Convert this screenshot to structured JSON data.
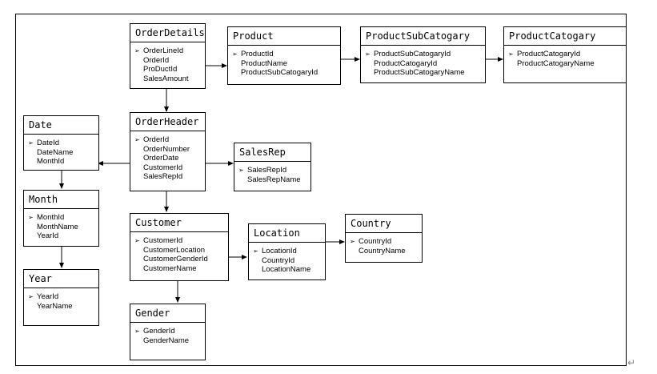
{
  "entities": {
    "orderdetails": {
      "name": "OrderDetails",
      "fields": [
        "OrderLineId",
        "OrderId",
        "ProDuctId",
        "SalesAmount"
      ]
    },
    "product": {
      "name": "Product",
      "fields": [
        "ProductId",
        "ProductName",
        "ProductSubCatogaryId"
      ]
    },
    "productsubcatogary": {
      "name": "ProductSubCatogary",
      "fields": [
        "ProductSubCatogaryId",
        "ProductCatogaryId",
        "ProductSubCatogaryName"
      ]
    },
    "productcatogary": {
      "name": "ProductCatogary",
      "fields": [
        "ProductCatogaryId",
        "ProductCatogaryName"
      ]
    },
    "date": {
      "name": "Date",
      "fields": [
        "DateId",
        "DateName",
        "MonthId"
      ]
    },
    "orderheader": {
      "name": "OrderHeader",
      "fields": [
        "OrderId",
        "OrderNumber",
        "OrderDate",
        "CustomerId",
        "SalesRepId"
      ]
    },
    "salesrep": {
      "name": "SalesRep",
      "fields": [
        "SalesRepId",
        "SalesRepName"
      ]
    },
    "month": {
      "name": "Month",
      "fields": [
        "MonthId",
        "MonthName",
        "YearId"
      ]
    },
    "customer": {
      "name": "Customer",
      "fields": [
        "CustomerId",
        "CustomerLocation",
        "CustomerGenderId",
        "CustomerName"
      ]
    },
    "location": {
      "name": "Location",
      "fields": [
        "LocationId",
        "CountryId",
        "LocationName"
      ]
    },
    "country": {
      "name": "Country",
      "fields": [
        "CountryId",
        "CountryName"
      ]
    },
    "year": {
      "name": "Year",
      "fields": [
        "YearId",
        "YearName"
      ]
    },
    "gender": {
      "name": "Gender",
      "fields": [
        "GenderId",
        "GenderName"
      ]
    }
  },
  "bullet_symbol": "➢",
  "return_mark": "↵"
}
